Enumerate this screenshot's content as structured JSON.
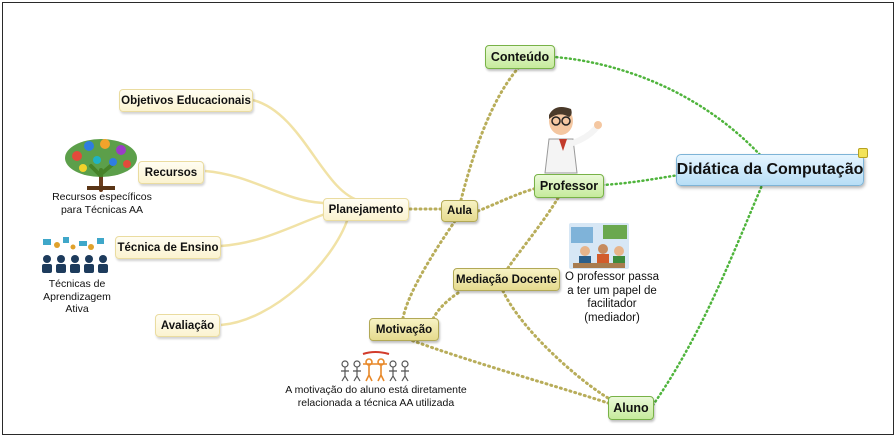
{
  "central": {
    "label": "Didática da Computação"
  },
  "nodes": {
    "conteudo": "Conteúdo",
    "professor": "Professor",
    "aula": "Aula",
    "planejamento": "Planejamento",
    "mediacao": "Mediação Docente",
    "motivacao": "Motivação",
    "aluno": "Aluno",
    "objetivos": "Objetivos Educacionais",
    "recursos": "Recursos",
    "tecnica": "Técnica de Ensino",
    "avaliacao": "Avaliação"
  },
  "notes": {
    "recursos": [
      "Recursos específicos",
      "para Técnicas AA"
    ],
    "tecnica": [
      "Técnicas de",
      "Aprendizagem",
      "Ativa"
    ],
    "facilitador": [
      "O professor passa",
      "a ter um papel de",
      "facilitador",
      "(mediador)"
    ],
    "motivacao": [
      "A motivação do aluno está diretamente",
      "relacionada a técnica AA utilizada"
    ]
  },
  "images": {
    "tree": "tree-of-tech-icons",
    "people": "group-of-people-icons",
    "professor": "cartoon-professor",
    "classroom": "classroom-photo",
    "motivation": "motivation-stick-figures"
  },
  "colors": {
    "beige_line": "#f1e2a6",
    "olive_line": "#b8ad5a",
    "green_line": "#4fb43c",
    "central_fill": "#b7def6"
  }
}
